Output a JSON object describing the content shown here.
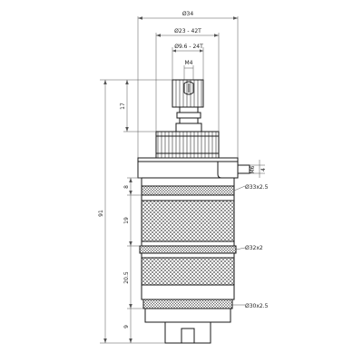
{
  "dimensions": {
    "overall_diameter": "Ø34",
    "spline_diameter": "Ø23 - 42T",
    "spindle_diameter": "Ø9.6 - 24T",
    "screw_thread": "M4",
    "side_thread": "M6",
    "side_depth": "4",
    "seal_top": "Ø33x2.5",
    "seal_middle": "Ø32x2",
    "seal_bottom": "Ø30x2.5",
    "height_total": "91",
    "height_spindle": "17",
    "height_a": "8",
    "height_b": "19",
    "height_c": "20.5",
    "height_d": "9"
  },
  "colors": {
    "line": "#1a1a1a",
    "dimension_line": "#555555",
    "background": "#ffffff"
  }
}
